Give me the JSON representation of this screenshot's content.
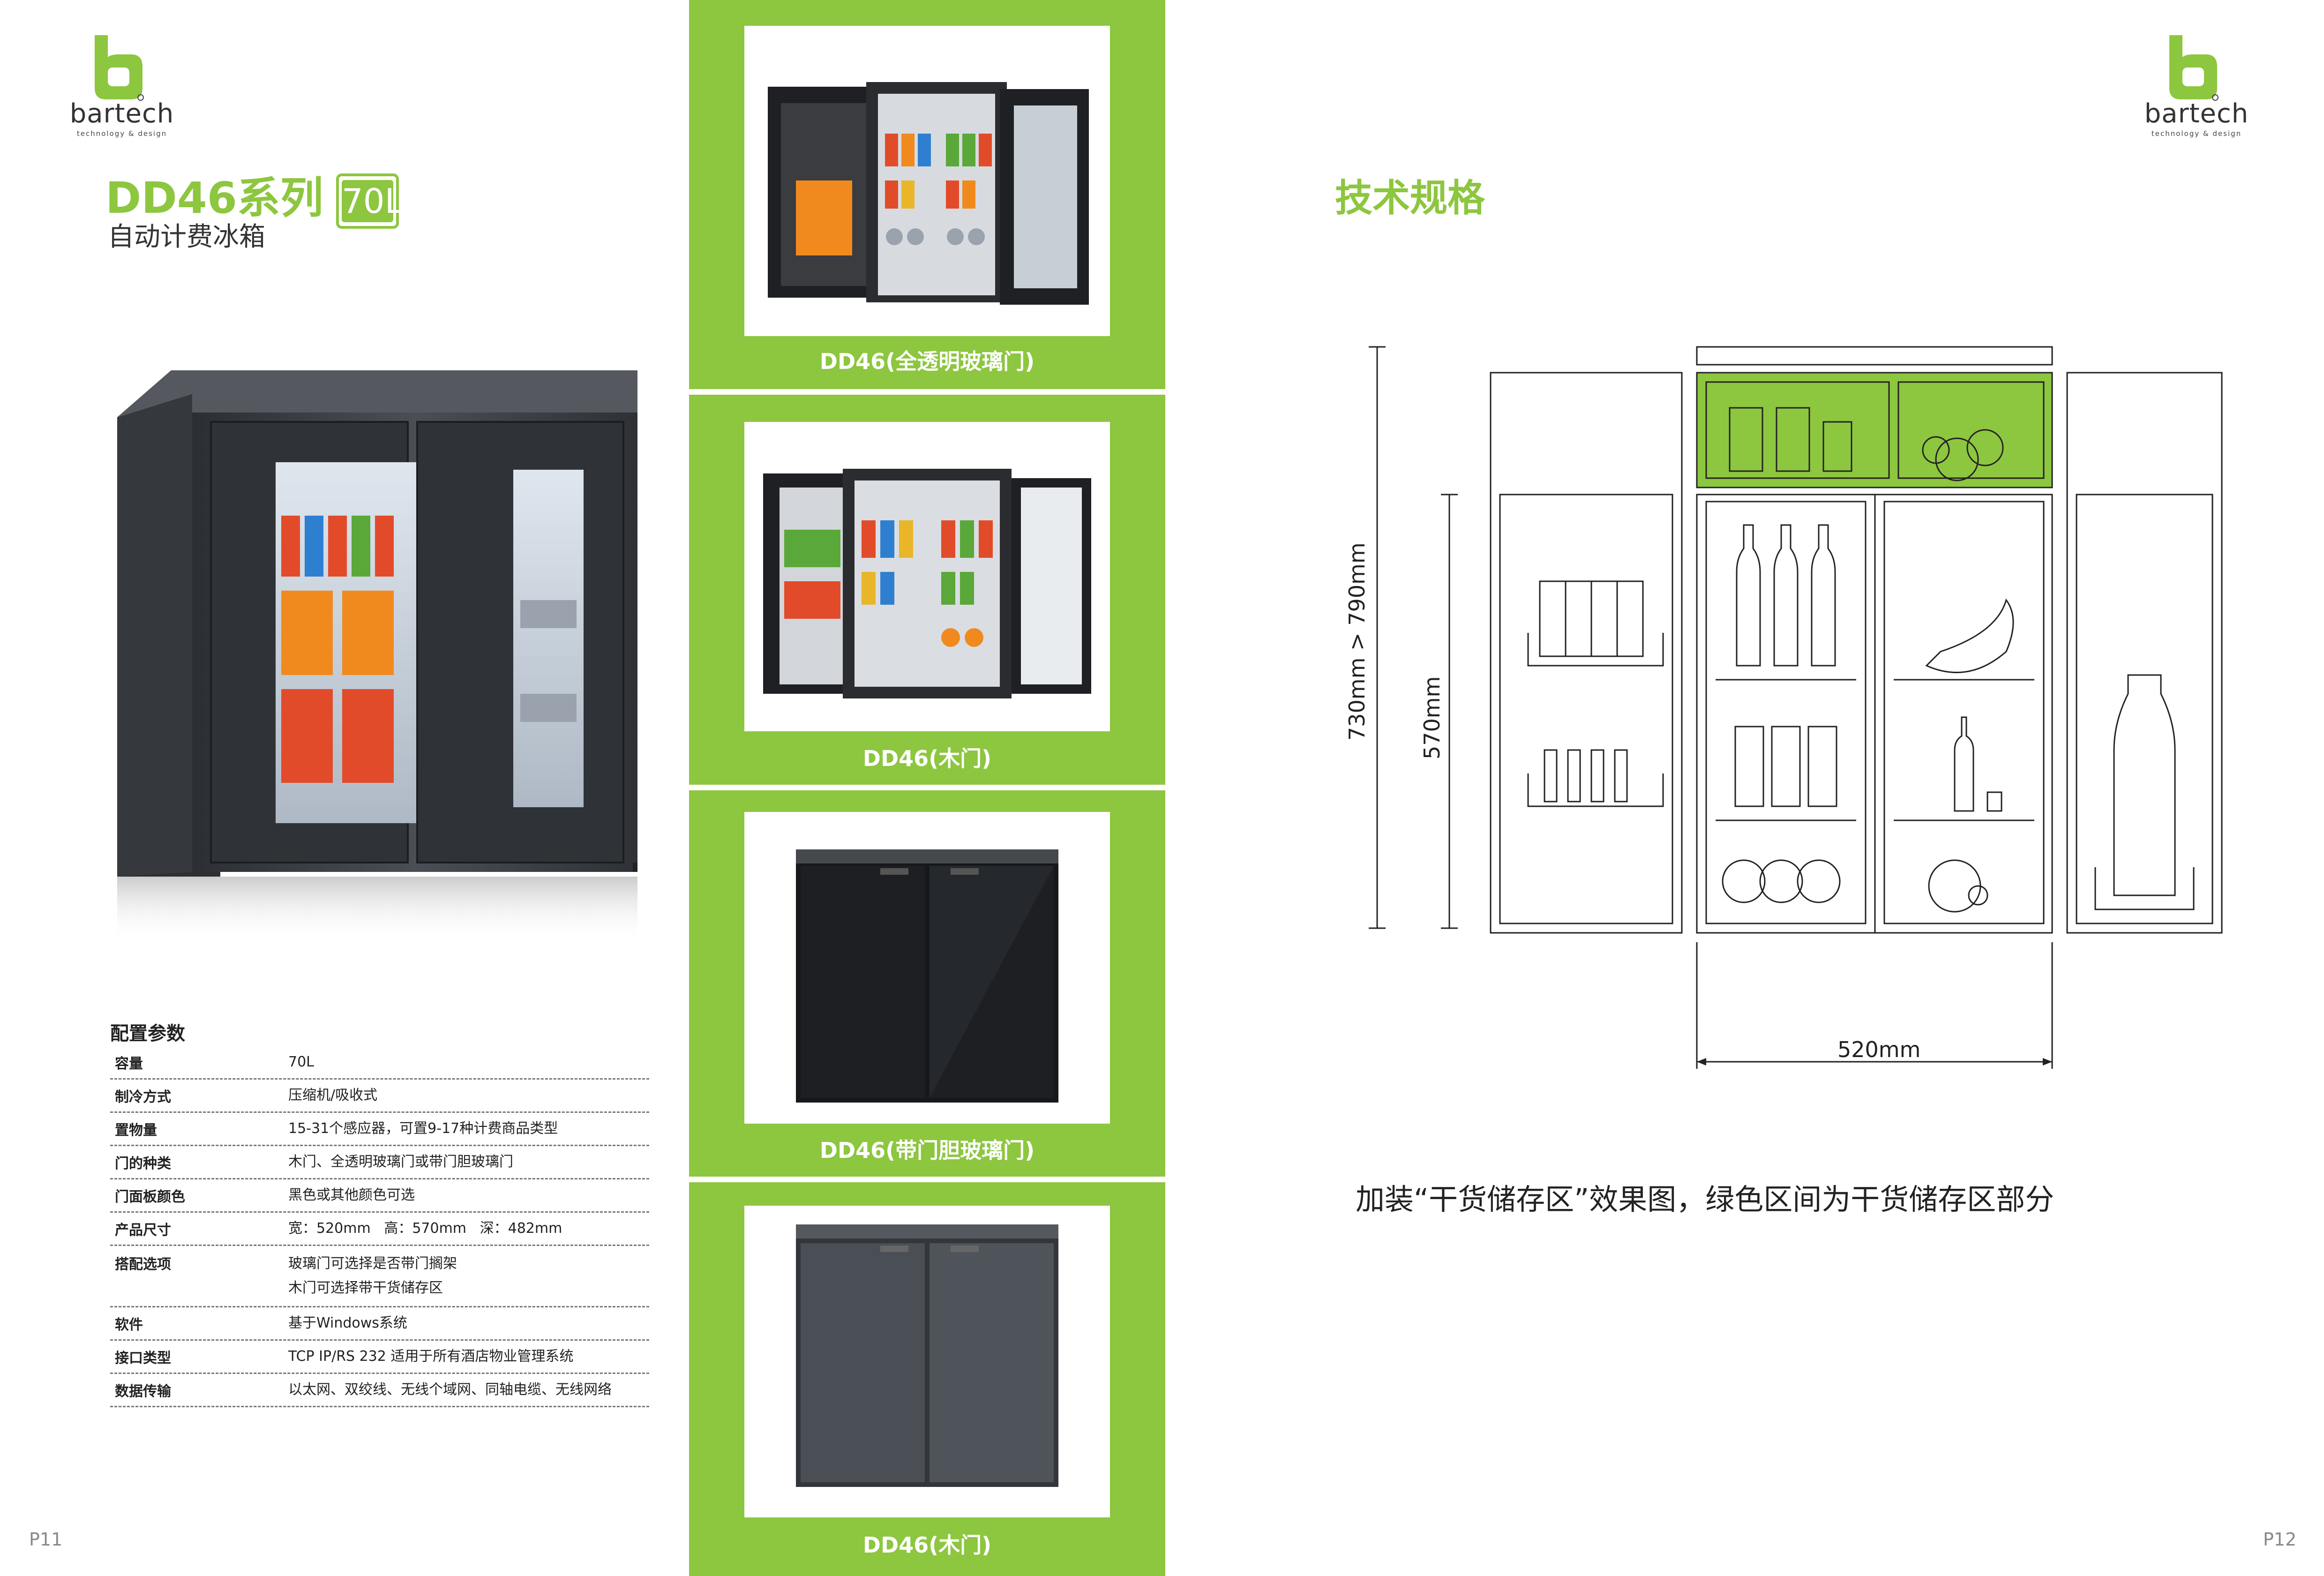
{
  "brand": {
    "name": "bartech",
    "tagline": "technology & design"
  },
  "left_page": {
    "series_title": "DD46系列",
    "capacity_badge": "70L",
    "subtitle": "自动计费冰箱",
    "page_number": "P11",
    "spec_title": "配置参数",
    "specs": [
      {
        "key": "容量",
        "value": "70L"
      },
      {
        "key": "制冷方式",
        "value": "压缩机/吸收式"
      },
      {
        "key": "置物量",
        "value": "15-31个感应器，可置9-17种计费商品类型"
      },
      {
        "key": "门的种类",
        "value": "木门、全透明玻璃门或带门胆玻璃门"
      },
      {
        "key": "门面板颜色",
        "value": "黑色或其他颜色可选"
      },
      {
        "key": "产品尺寸",
        "value": "宽：520mm   高：570mm   深：482mm"
      },
      {
        "key": "搭配选项",
        "value": "玻璃门可选择是否带门搁架",
        "value2": "木门可选择带干货储存区"
      },
      {
        "key": "软件",
        "value": "基于Windows系统"
      },
      {
        "key": "接口类型",
        "value": "TCP IP/RS 232 适用于所有酒店物业管理系统"
      },
      {
        "key": "数据传输",
        "value": "以太网、双绞线、无线个域网、同轴电缆、无线网络"
      }
    ]
  },
  "middle_column": {
    "captions": [
      "DD46(全透明玻璃门)",
      "DD46(木门)",
      "DD46(带门胆玻璃门)",
      "DD46(木门)"
    ]
  },
  "right_page": {
    "title": "技术规格",
    "dim_total_height": "730mm > 790mm",
    "dim_body_height": "570mm",
    "dim_width": "520mm",
    "caption": "加装“干货储存区”效果图，绿色区间为干货储存区部分",
    "page_number": "P12"
  },
  "colors": {
    "accent_green": "#8dc63f",
    "fridge_dark": "#3a3d42"
  }
}
